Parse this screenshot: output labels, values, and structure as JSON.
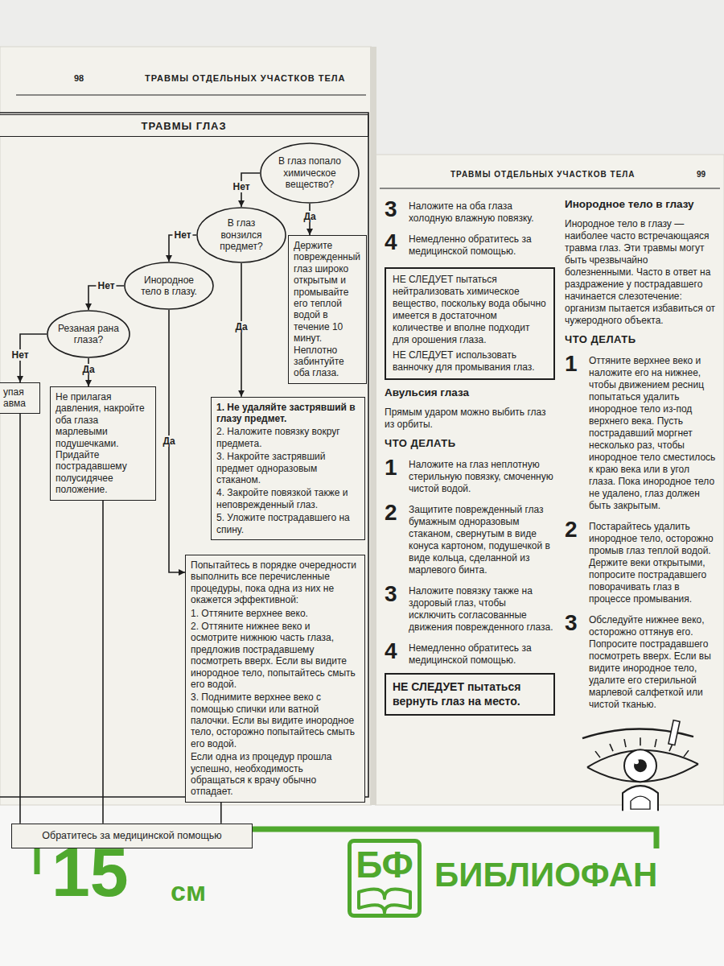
{
  "diagram": {
    "nodes": [
      {
        "text": [
          "ТРАВМЫ ГЛАЗ"
        ]
      },
      {
        "text": [
          "В глаз попало химическое вещество?"
        ]
      },
      {
        "text": [
          "Держите поврежденный глаз широко открытым и промывайте его теплой водой в течение 10 минут. Неплотно забинтуйте оба глаза."
        ]
      },
      {
        "text": [
          "В глаз вонзился предмет?"
        ]
      },
      {
        "text": [
          "1. Не удаляйте застрявший в глазу предмет.",
          "2. Наложите повязку вокруг предмета.",
          "3. Накройте застрявший предмет одноразовым стаканом.",
          "4. Закройте повязкой также и неповрежденный глаз.",
          "5. Уложите пострадавшего на спину."
        ]
      },
      {
        "text": [
          "Инородное тело в глазу."
        ]
      },
      {
        "text": [
          "Попытайтесь в порядке очередности выполнить все перечисленные процедуры, пока одна из них не окажется эффективной:",
          "1. Оттяните верхнее веко.",
          "2. Оттяните нижнее веко и осмотрите нижнюю часть глаза, предложив пострадавшему посмотреть вверх. Если вы видите инородное тело, попытайтесь смыть его водой.",
          "3. Поднимите верхнее веко с помощью спички или ватной палочки. Если вы видите инородное тело, осторожно попытайтесь смыть его водой.",
          "Если одна из процедур прошла успешно, необходимость обращаться к врачу обычно отпадает."
        ]
      },
      {
        "text": [
          "Резаная рана глаза?"
        ]
      },
      {
        "text": [
          "Не прилагая давления, накройте оба глаза марлевыми подушечками. Придайте пострадавшему полусидячее положение."
        ]
      },
      {
        "text": [
          "упая авма"
        ]
      },
      {
        "text": [
          "Обратитесь за медицинской помощью"
        ]
      },
      {
        "text": [
          "НЕ СЛЕДУЕТ пытаться нейтрализовать химическое вещество, поскольку вода обычно имеется в достаточном количестве и вполне подходит для орошения глаза.",
          "НЕ СЛЕДУЕТ использовать ванночку для промывания глаз."
        ]
      },
      {
        "text": [
          "НЕ СЛЕДУЕТ пытаться вернуть глаз на место."
        ]
      },
      {
        "text": [
          "БФ"
        ]
      }
    ],
    "edges": [
      {
        "from": 1,
        "to": 3,
        "label": "Нет",
        "arrow": "to"
      },
      {
        "from": 1,
        "to": 2,
        "label": "Да",
        "arrow": "to"
      },
      {
        "from": 3,
        "to": 5,
        "label": "Нет",
        "arrow": "to"
      },
      {
        "from": 3,
        "to": 4,
        "label": "Да",
        "arrow": "to"
      },
      {
        "from": 5,
        "to": 7,
        "label": "Нет",
        "arrow": "to"
      },
      {
        "from": 5,
        "to": 6,
        "label": "Да",
        "arrow": "to"
      },
      {
        "from": 7,
        "to": 9,
        "label": "Нет",
        "arrow": "to"
      },
      {
        "from": 7,
        "to": 8,
        "label": "Да",
        "arrow": "to"
      },
      {
        "from": 6,
        "to": 10,
        "arrow": "none"
      },
      {
        "from": 8,
        "to": 10,
        "arrow": "none"
      },
      {
        "from": 9,
        "to": 10,
        "arrow": "none"
      }
    ],
    "labels": [
      "98",
      "ТРАВМЫ ОТДЕЛЬНЫХ УЧАСТКОВ ТЕЛА",
      "ТРАВМЫ ОТДЕЛЬНЫХ УЧАСТКОВ ТЕЛА",
      "99",
      "3",
      "Наложите на оба глаза холодную влажную повязку.",
      "4",
      "Немедленно обратитесь за медицинской помощью.",
      "Авульсия глаза",
      "Прямым ударом можно выбить глаз из орбиты.",
      "ЧТО ДЕЛАТЬ",
      "1",
      "Наложите на глаз неплотную стерильную повязку, смоченную чистой водой.",
      "2",
      "Защитите поврежденный глаз бумажным одноразовым стаканом, свернутым в виде конуса картоном, подушечкой в виде кольца, сделанной из марлевого бинта.",
      "3",
      "Наложите повязку также на здоровый глаз, чтобы исключить согласованные движения поврежденного глаза.",
      "4",
      "Немедленно обратитесь за медицинской помощью.",
      "Инородное тело в глазу",
      "Инородное тело в глазу — наиболее часто встречающаяся травма глаз. Эти травмы могут быть чрезвычайно болезненными. Часто в ответ на раздражение у пострадавшего начинается слезотечение: организм пытается избавиться от чужеродного объекта.",
      "ЧТО ДЕЛАТЬ",
      "1",
      "Оттяните верхнее веко и наложите его на нижнее, чтобы движением ресниц попытаться удалить инородное тело из-под верхнего века. Пусть пострадавший моргнет несколько раз, чтобы инородное тело сместилось к краю века или в угол глаза. Пока инородное тело не удалено, глаз должен быть закрытым.",
      "2",
      "Постарайтесь удалить инородное тело, осторожно промыв глаз теплой водой. Держите веки открытыми, попросите пострадавшего поворачивать глаз в процессе промывания.",
      "3",
      "Обследуйте нижнее веко, осторожно оттянув его. Попросите пострадавшего посмотреть вверх. Если вы видите инородное тело, удалите его стерильной марлевой салфеткой или чистой тканью.",
      "15",
      "см",
      "БИБЛИОФАН"
    ]
  }
}
